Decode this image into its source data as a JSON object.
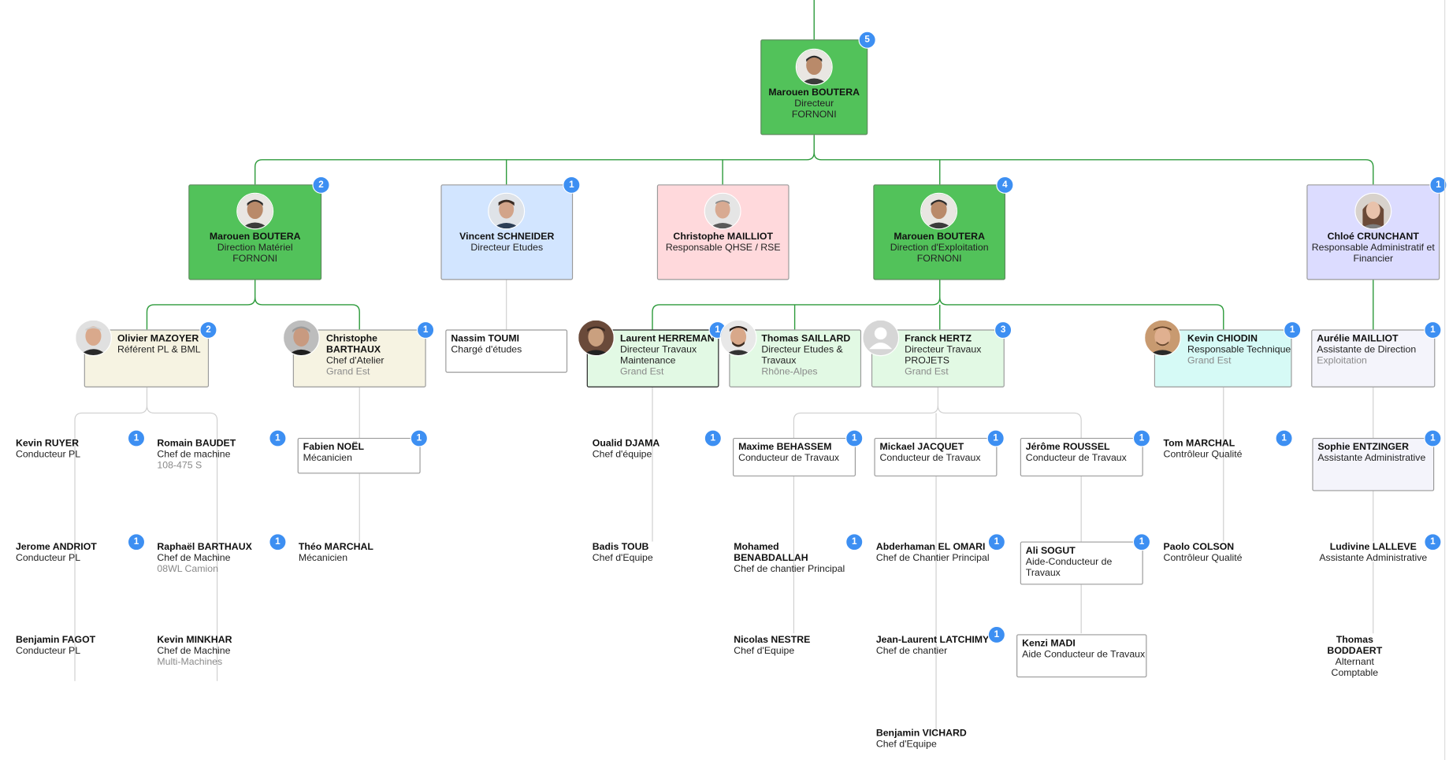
{
  "nodes": {
    "root": {
      "name": "Marouen BOUTERA",
      "title": "Directeur",
      "loc": "FORNONI",
      "count": "5"
    },
    "dm": {
      "name": "Marouen BOUTERA",
      "title": "Direction Matériel",
      "loc": "FORNONI",
      "count": "2"
    },
    "vs": {
      "name": "Vincent SCHNEIDER",
      "title": "Directeur Etudes",
      "count": "1"
    },
    "cm": {
      "name": "Christophe MAILLIOT",
      "title": "Responsable QHSE / RSE"
    },
    "de": {
      "name": "Marouen BOUTERA",
      "title": "Direction d'Exploitation",
      "loc": "FORNONI",
      "count": "4"
    },
    "cc": {
      "name": "Chloé CRUNCHANT",
      "title": "Responsable Administratif et Financier",
      "count": "1"
    },
    "om": {
      "name": "Olivier MAZOYER",
      "title": "Référent PL & BML",
      "count": "2"
    },
    "cb": {
      "name": "Christophe BARTHAUX",
      "title": "Chef d'Atelier",
      "loc": "Grand Est",
      "count": "1"
    },
    "nt": {
      "name": "Nassim TOUMI",
      "title": "Chargé d'études"
    },
    "lh": {
      "name": "Laurent HERREMAN",
      "title": "Directeur Travaux Maintenance",
      "loc": "Grand Est",
      "count": "1"
    },
    "ts": {
      "name": "Thomas SAILLARD",
      "title": "Directeur Etudes & Travaux",
      "loc": "Rhône-Alpes"
    },
    "fh": {
      "name": "Franck HERTZ",
      "title": "Directeur Travaux PROJETS",
      "loc": "Grand Est",
      "count": "3"
    },
    "kc": {
      "name": "Kevin CHIODIN",
      "title": "Responsable Technique",
      "loc": "Grand Est",
      "count": "1"
    },
    "am": {
      "name": "Aurélie MAILLIOT",
      "title": "Assistante de Direction",
      "loc": "Exploitation",
      "count": "1"
    },
    "kr": {
      "name": "Kevin RUYER",
      "title": "Conducteur PL",
      "count": "1"
    },
    "rb": {
      "name": "Romain BAUDET",
      "title": "Chef de machine",
      "loc": "108-475 S",
      "count": "1"
    },
    "fn": {
      "name": "Fabien NOËL",
      "title": "Mécanicien",
      "count": "1"
    },
    "od": {
      "name": "Oualid DJAMA",
      "title": "Chef d'équipe",
      "count": "1"
    },
    "mb": {
      "name": "Maxime BEHASSEM",
      "title": "Conducteur de Travaux",
      "count": "1"
    },
    "mj": {
      "name": "Mickael JACQUET",
      "title": "Conducteur de Travaux",
      "count": "1"
    },
    "jr": {
      "name": "Jérôme ROUSSEL",
      "title": "Conducteur de Travaux",
      "count": "1"
    },
    "tmq": {
      "name": "Tom MARCHAL",
      "title": "Contrôleur Qualité",
      "count": "1"
    },
    "se": {
      "name": "Sophie ENTZINGER",
      "title": "Assistante Administrative",
      "count": "1"
    },
    "ja": {
      "name": "Jerome ANDRIOT",
      "title": "Conducteur PL",
      "count": "1"
    },
    "rba": {
      "name": "Raphaël BARTHAUX",
      "title": "Chef de Machine",
      "loc": "08WL Camion",
      "count": "1"
    },
    "thm": {
      "name": "Théo MARCHAL",
      "title": "Mécanicien"
    },
    "bt": {
      "name": "Badis TOUB",
      "title": "Chef d'Equipe"
    },
    "mbe": {
      "name": "Mohamed BENABDALLAH",
      "title": "Chef de chantier Principal",
      "count": "1"
    },
    "aeo": {
      "name": "Abderhaman EL OMARI",
      "title": "Chef de Chantier Principal",
      "count": "1"
    },
    "as": {
      "name": "Ali SOGUT",
      "title": "Aide-Conducteur de Travaux",
      "count": "1"
    },
    "pc": {
      "name": "Paolo COLSON",
      "title": "Contrôleur Qualité"
    },
    "ll": {
      "name": "Ludivine LALLEVE",
      "title": "Assistante Administrative",
      "count": "1"
    },
    "bf": {
      "name": "Benjamin FAGOT",
      "title": "Conducteur PL"
    },
    "km": {
      "name": "Kevin MINKHAR",
      "title": "Chef de Machine",
      "loc": "Multi-Machines"
    },
    "nn": {
      "name": "Nicolas NESTRE",
      "title": "Chef d'Equipe"
    },
    "jlc": {
      "name": "Jean-Laurent LATCHIMY",
      "title": "Chef de chantier",
      "count": "1"
    },
    "kma": {
      "name": "Kenzi MADI",
      "title": "Aide Conducteur de Travaux"
    },
    "tb": {
      "name": "Thomas BODDAERT",
      "title": "Alternant Comptable"
    },
    "bv": {
      "name": "Benjamin VICHARD",
      "title": "Chef d'Equipe"
    }
  },
  "colors": {
    "director_green": "#52c25a",
    "etudes_blue": "#d2e5ff",
    "qhse_pink": "#ffd9dc",
    "admin_lavender": "#dcdcff",
    "atelier_cream": "#f6f3e2",
    "travaux_mint": "#e2f9e4",
    "technique_cyan": "#d6faf6",
    "badge_blue": "#3d8ff2",
    "link_green": "#2e9b3c",
    "link_grey": "#cfcfcf"
  }
}
